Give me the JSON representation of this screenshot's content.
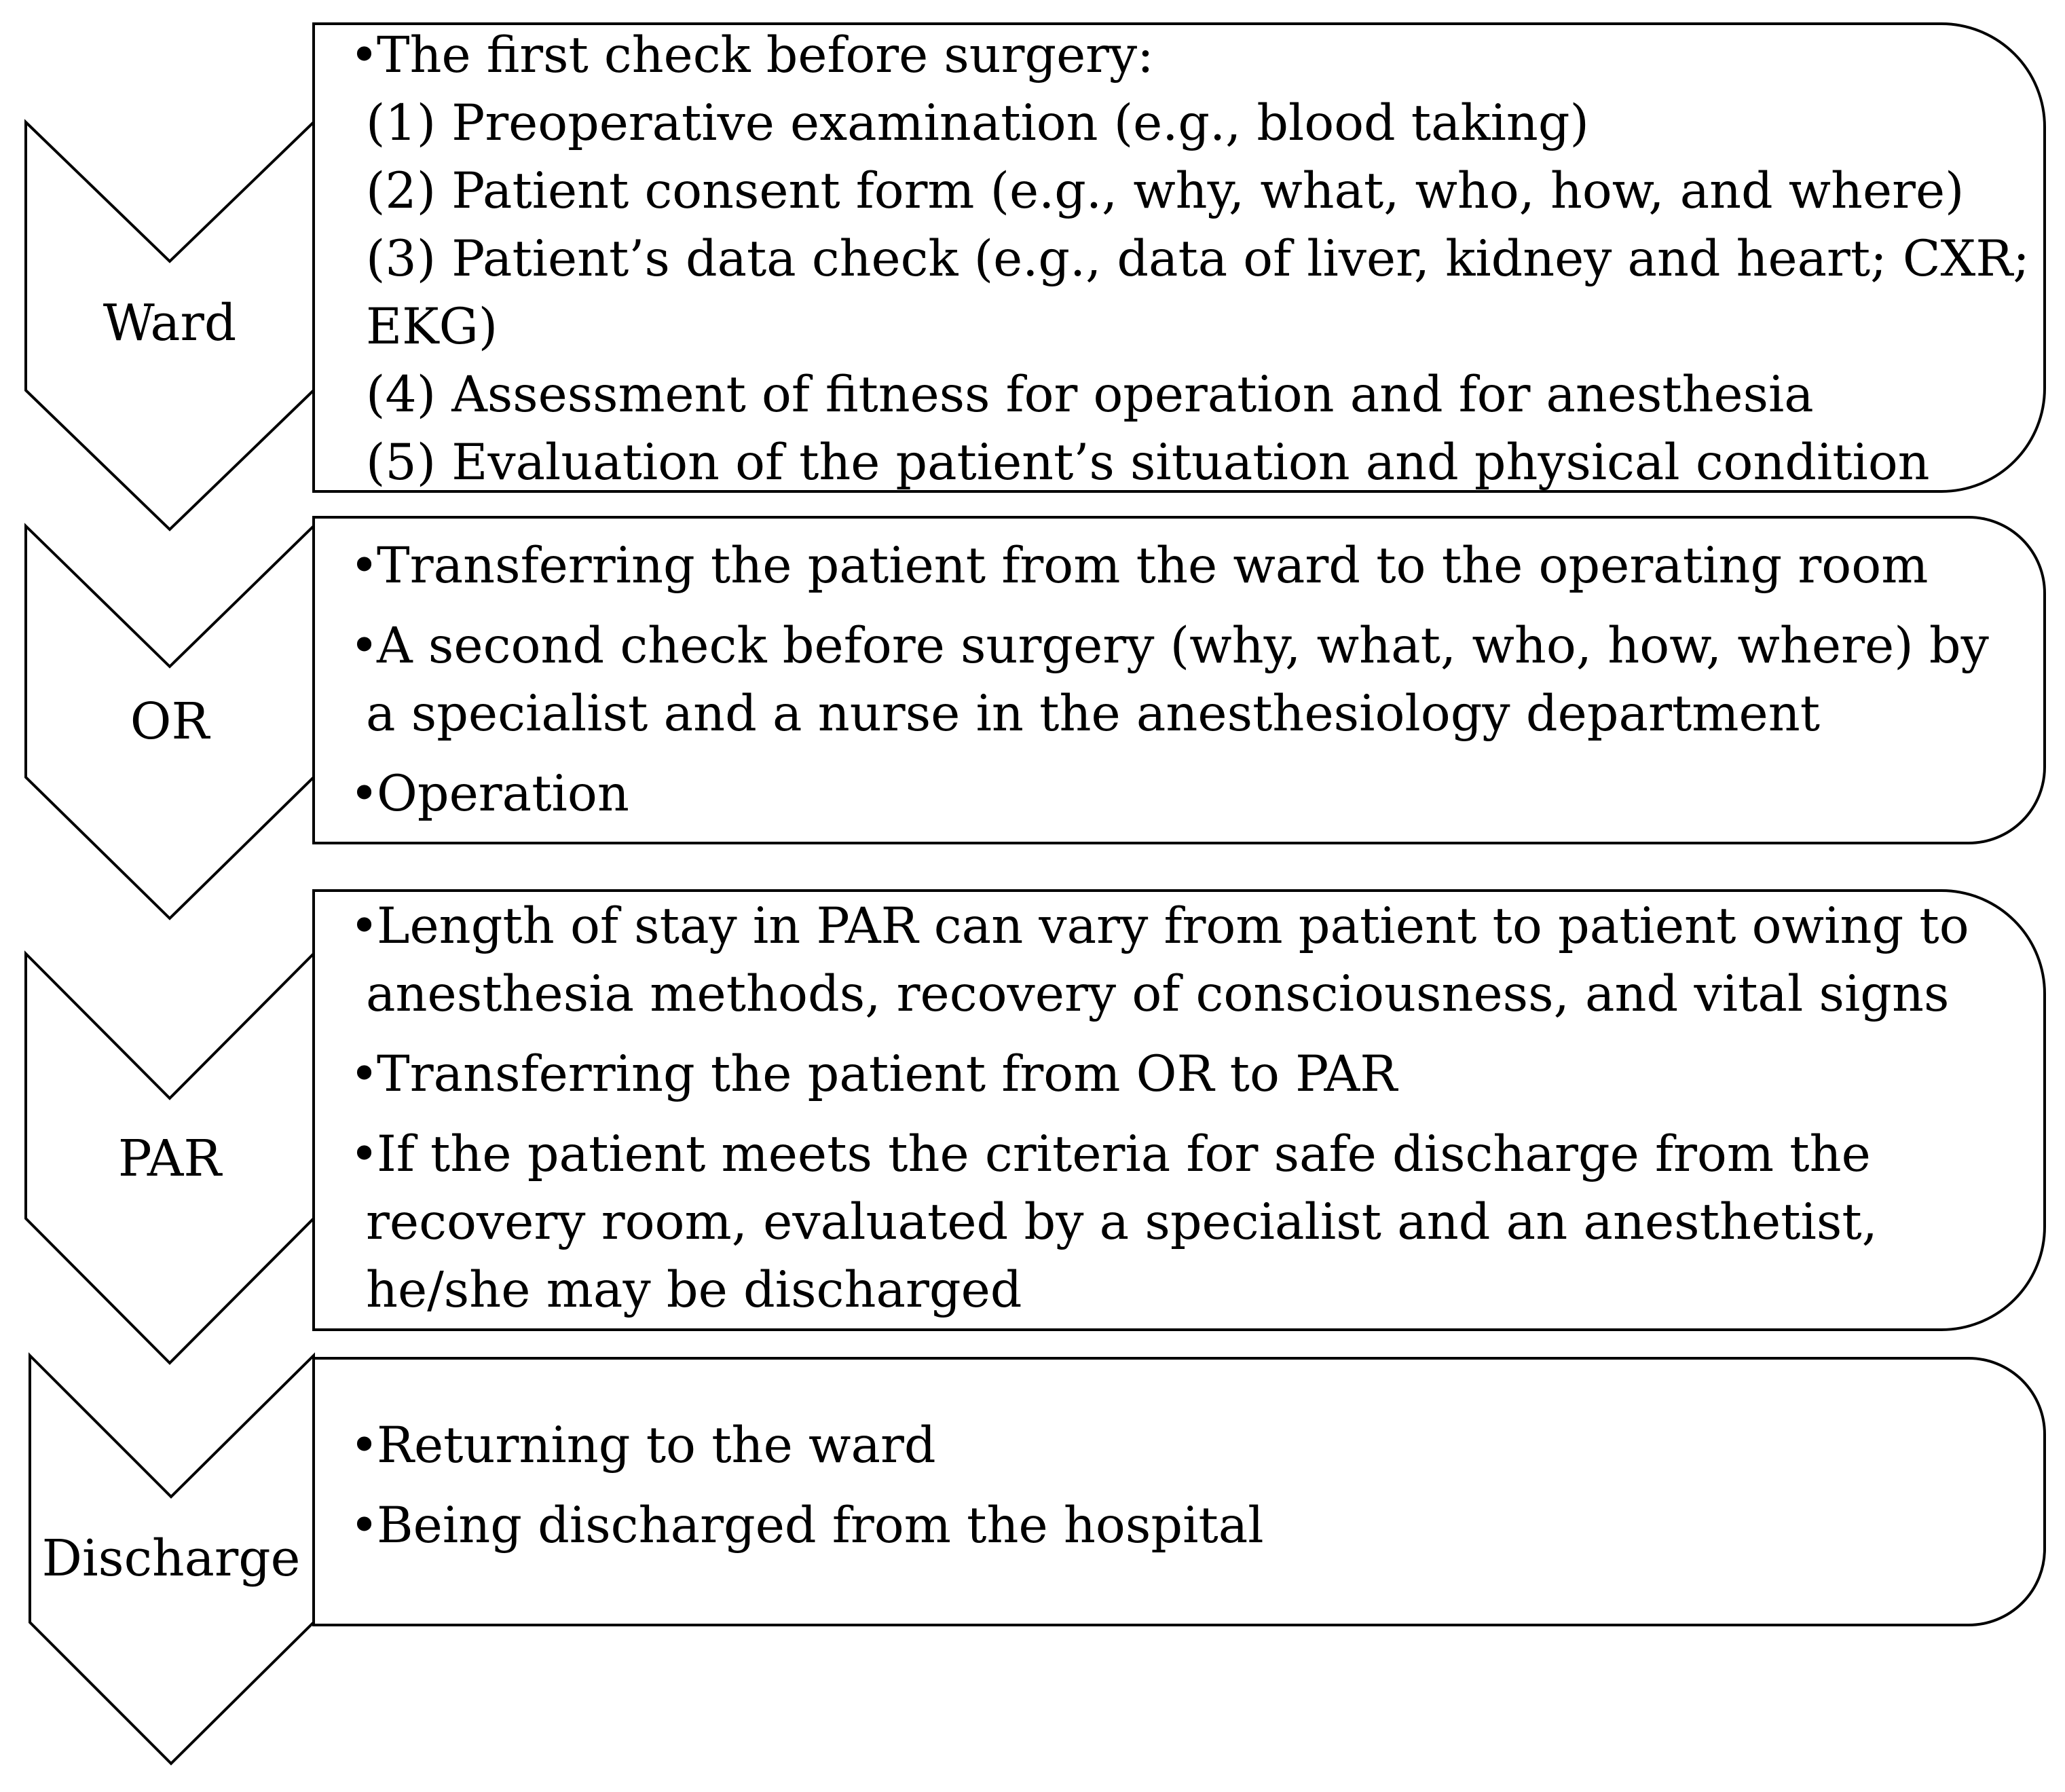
{
  "diagram": {
    "stages": [
      {
        "label": "Ward",
        "blocks": [
          {
            "bullet": true,
            "lines": [
              "The first check before surgery:"
            ]
          },
          {
            "bullet": false,
            "lines": [
              "(1) Preoperative examination (e.g., blood taking)",
              "(2) Patient consent form (e.g., why, what, who, how, and where)",
              "(3) Patient’s data check (e.g., data of liver, kidney and heart; CXR;",
              "EKG)",
              "(4) Assessment of fitness for operation and for anesthesia",
              "(5) Evaluation of the patient’s situation and physical condition"
            ]
          }
        ]
      },
      {
        "label": "OR",
        "blocks": [
          {
            "bullet": true,
            "lines": [
              "Transferring the patient from the ward to the operating room"
            ]
          },
          {
            "bullet": true,
            "lines": [
              "A second check before surgery (why, what, who, how, where) by",
              "a specialist and a nurse in the anesthesiology department"
            ]
          },
          {
            "bullet": true,
            "lines": [
              "Operation"
            ]
          }
        ]
      },
      {
        "label": "PAR",
        "blocks": [
          {
            "bullet": true,
            "lines": [
              "Length of stay in PAR can vary from patient to patient owing to",
              "anesthesia methods, recovery of consciousness, and vital signs"
            ]
          },
          {
            "bullet": true,
            "lines": [
              "Transferring the patient from OR to PAR"
            ]
          },
          {
            "bullet": true,
            "lines": [
              "If the patient meets the criteria for safe discharge from the",
              "recovery room, evaluated by a specialist and an anesthetist,",
              "he/she may be discharged"
            ]
          }
        ]
      },
      {
        "label": "Discharge",
        "blocks": [
          {
            "bullet": true,
            "lines": [
              "Returning to the ward"
            ]
          },
          {
            "bullet": true,
            "lines": [
              "Being discharged from the hospital"
            ]
          }
        ]
      }
    ],
    "bullet_symbol": "•",
    "colors": {
      "stroke": "#000000",
      "fill": "#ffffff",
      "text": "#000000"
    }
  }
}
